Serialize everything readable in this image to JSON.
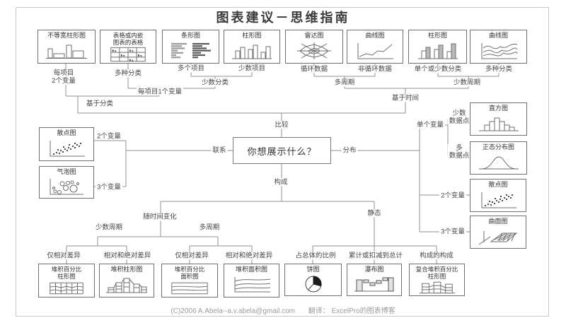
{
  "title": "图表建议－思维指南",
  "center": {
    "question": "你想展示什么？"
  },
  "footer": {
    "copyright": "(C)2006 A.Abela--a.v.abela@gmail.com",
    "translation": "翻译： ExcelPro的图表博客"
  },
  "decisions": {
    "per_item_2vars": "每项目\n2个变量",
    "many_categories_a": "多种分类",
    "many_items": "多个项目",
    "few_items": "少数项目",
    "few_categories": "少数分类",
    "per_item_1var": "每项目1个变量",
    "among_categories": "基于分类",
    "cyclical_data": "循环数据",
    "non_cyclical_data": "非循环数据",
    "many_periods": "多周期",
    "single_or_few_categories": "单个或少数分类",
    "many_categories_b": "多种分类",
    "few_periods": "少数周期",
    "over_time": "基于时间",
    "comparison": "比较",
    "relationship": "联系",
    "distribution": "分布",
    "composition": "构成",
    "two_variables_left": "2个变量",
    "three_variables_left": "3个变量",
    "single_variable": "单个变量",
    "few_data_points": "少数\n数据点",
    "many_data_points": "多\n数据点",
    "two_variables_right": "2个变量",
    "three_variables_right": "3个变量",
    "changing_over_time": "随时间变化",
    "few_periods_bottom": "少数周期",
    "many_periods_bottom": "多周期",
    "relative_diff_only_1": "仅相对差异",
    "relative_absolute_diff_1": "相对和绝对差异",
    "relative_diff_only_2": "仅相对差异",
    "relative_absolute_diff_2": "相对和绝对差异",
    "static": "静态",
    "share_of_total": "占总体的比例",
    "accumulation_to_total": "累计或扣减到总计",
    "components_of_components": "构成的构成"
  },
  "charts": {
    "variable_width_column": "不等宽柱形图",
    "table_with_charts": "表格或内嵌\n图表的表格",
    "bar_chart": "条形图",
    "column_chart_a": "柱形图",
    "radar_chart": "雷达图",
    "line_chart_a": "曲线图",
    "column_chart_b": "柱形图",
    "line_chart_b": "曲线图",
    "scatter_left": "散点图",
    "bubble_chart": "气泡图",
    "histogram": "直方图",
    "normal_distribution": "正态分布图",
    "scatter_right": "散点图",
    "surface_chart": "曲面图",
    "stacked_100_column": "堆积百分比\n柱形图",
    "stacked_column": "堆积柱形图",
    "stacked_100_area": "堆积百分比\n面积图",
    "stacked_area": "堆积面积图",
    "pie_chart": "饼图",
    "waterfall_chart": "瀑布图",
    "compound_stacked_100_column": "复合堆积百分比\n柱形图"
  }
}
